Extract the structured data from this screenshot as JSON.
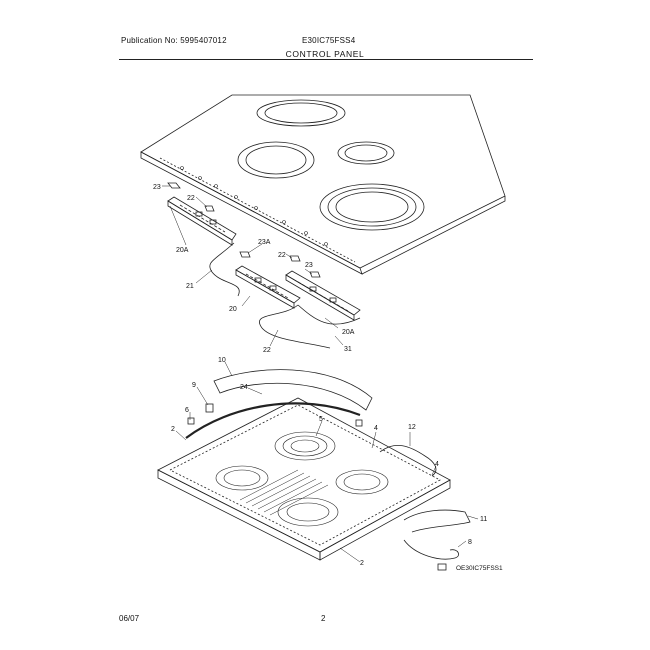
{
  "header": {
    "publication": "Publication No: 5995407012",
    "model": "E30IC75FSS4",
    "section_title": "CONTROL PANEL"
  },
  "callouts": [
    {
      "id": "c23a",
      "text": "23"
    },
    {
      "id": "c22a",
      "text": "22"
    },
    {
      "id": "c20a",
      "text": "20A"
    },
    {
      "id": "c23b",
      "text": "23A"
    },
    {
      "id": "c21",
      "text": "21"
    },
    {
      "id": "c20",
      "text": "20"
    },
    {
      "id": "c22b",
      "text": "22"
    },
    {
      "id": "c23c",
      "text": "23"
    },
    {
      "id": "c20b",
      "text": "20A"
    },
    {
      "id": "c22c",
      "text": "22"
    },
    {
      "id": "c31",
      "text": "31"
    },
    {
      "id": "c10",
      "text": "10"
    },
    {
      "id": "c9",
      "text": "9"
    },
    {
      "id": "c24",
      "text": "24"
    },
    {
      "id": "c6",
      "text": "6"
    },
    {
      "id": "c2a",
      "text": "2"
    },
    {
      "id": "c5",
      "text": "5"
    },
    {
      "id": "c4",
      "text": "4"
    },
    {
      "id": "c12",
      "text": "12"
    },
    {
      "id": "c4b",
      "text": "4"
    },
    {
      "id": "c11",
      "text": "11"
    },
    {
      "id": "c8",
      "text": "8"
    },
    {
      "id": "c2b",
      "text": "2"
    }
  ],
  "diagram_code": "OE30IC75FSS1",
  "footer": {
    "date": "06/07",
    "page": "2"
  }
}
